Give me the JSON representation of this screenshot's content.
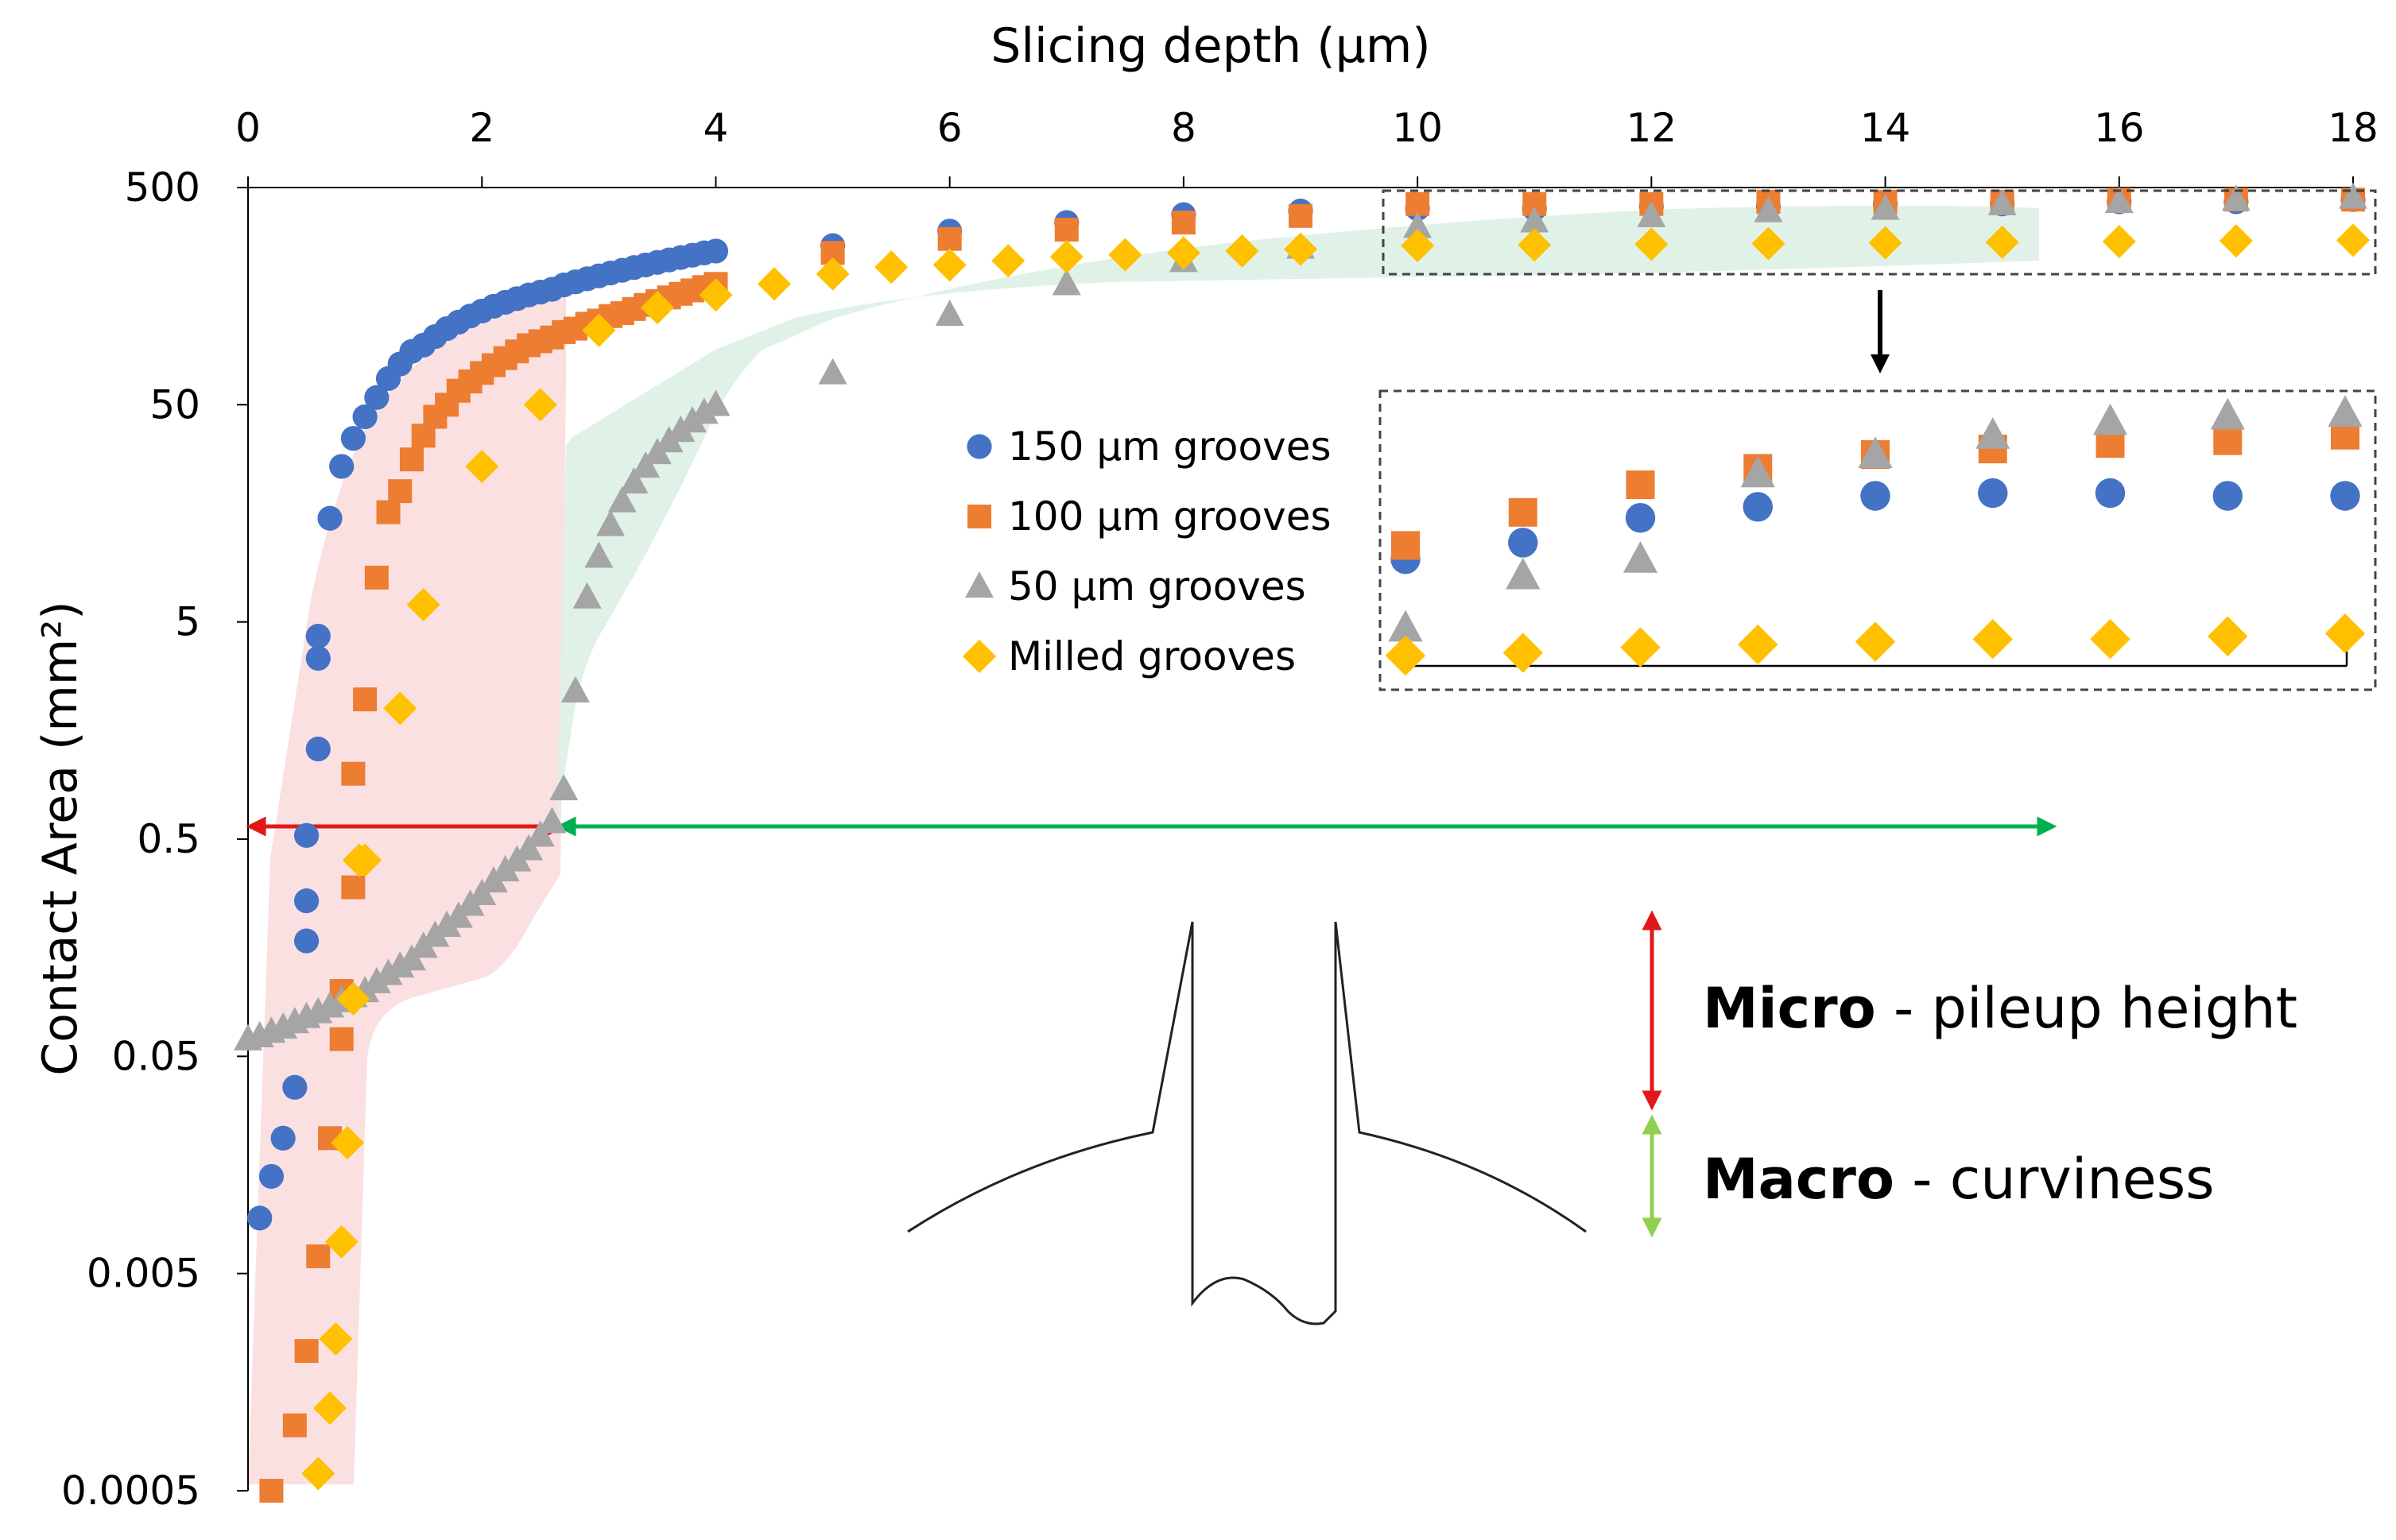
{
  "chart_data": {
    "type": "scatter",
    "title": "",
    "xlabel": "Slicing depth (µm)",
    "ylabel": "Contact Area (mm²)",
    "xlim": [
      0,
      18
    ],
    "ylim": [
      0.0005,
      500
    ],
    "yscale": "log",
    "xaxis_position": "top",
    "x_ticks": [
      0,
      2,
      4,
      6,
      8,
      10,
      12,
      14,
      16,
      18
    ],
    "y_ticks": [
      0.0005,
      0.005,
      0.05,
      0.5,
      5,
      50,
      500
    ],
    "x_tick_labels": [
      "0",
      "2",
      "4",
      "6",
      "8",
      "10",
      "12",
      "14",
      "16",
      "18"
    ],
    "y_tick_labels": [
      "0.0005",
      "0.005",
      "0.05",
      "0.5",
      "5",
      "50",
      "500"
    ],
    "grid": false,
    "legend_position": "center",
    "series": [
      {
        "name": "150 µm grooves",
        "color": "#4472C4",
        "marker": "circle",
        "x": [
          0.1,
          0.2,
          0.3,
          0.4,
          0.5,
          0.5,
          0.5,
          0.6,
          0.6,
          0.6,
          0.7,
          0.8,
          0.9,
          1.0,
          1.1,
          1.2,
          1.3,
          1.4,
          1.5,
          1.6,
          1.7,
          1.8,
          1.9,
          2.0,
          2.1,
          2.2,
          2.3,
          2.4,
          2.5,
          2.6,
          2.7,
          2.8,
          2.9,
          3.0,
          3.1,
          3.2,
          3.3,
          3.4,
          3.5,
          3.6,
          3.7,
          3.8,
          3.9,
          4.0,
          5,
          6,
          7,
          8,
          9,
          10,
          11,
          12,
          13,
          14,
          15,
          16,
          17,
          18
        ],
        "y": [
          0.009,
          0.014,
          0.021,
          0.036,
          0.17,
          0.26,
          0.52,
          1.3,
          3.4,
          4.3,
          15,
          26,
          35,
          44,
          54,
          66,
          77,
          88,
          94,
          103,
          112,
          120,
          128,
          135,
          142,
          148,
          154,
          160,
          165,
          170,
          178,
          184,
          190,
          196,
          202,
          208,
          214,
          220,
          226,
          232,
          238,
          244,
          250,
          255,
          270,
          315,
          345,
          375,
          390,
          400,
          400,
          410,
          410,
          420,
          420,
          430,
          430,
          440
        ]
      },
      {
        "name": "100 µm grooves",
        "color": "#ED7D31",
        "marker": "square",
        "x": [
          0.2,
          0.4,
          0.5,
          0.6,
          0.7,
          0.8,
          0.8,
          0.9,
          0.9,
          1.0,
          1.1,
          1.2,
          1.3,
          1.4,
          1.5,
          1.6,
          1.7,
          1.8,
          1.9,
          2.0,
          2.1,
          2.2,
          2.3,
          2.4,
          2.5,
          2.6,
          2.7,
          2.8,
          2.9,
          3.0,
          3.1,
          3.2,
          3.3,
          3.4,
          3.5,
          3.6,
          3.7,
          3.8,
          3.9,
          4.0,
          5,
          6,
          7,
          8,
          9,
          10,
          11,
          12,
          13,
          14,
          15,
          16,
          17,
          18
        ],
        "y": [
          0.0005,
          0.001,
          0.0022,
          0.006,
          0.021,
          0.06,
          0.1,
          0.3,
          1.0,
          2.2,
          8,
          16,
          20,
          28,
          36,
          44,
          50,
          58,
          64,
          70,
          76,
          82,
          88,
          94,
          98,
          102,
          108,
          112,
          118,
          122,
          128,
          132,
          138,
          144,
          150,
          156,
          162,
          168,
          174,
          180,
          250,
          290,
          320,
          345,
          370,
          420,
          420,
          420,
          430,
          430,
          430,
          440,
          440,
          440
        ]
      },
      {
        "name": "50 µm grooves",
        "color": "#A5A5A5",
        "marker": "triangle",
        "x": [
          0.0,
          0.1,
          0.2,
          0.3,
          0.4,
          0.5,
          0.6,
          0.7,
          0.8,
          0.9,
          1.0,
          1.1,
          1.2,
          1.3,
          1.4,
          1.5,
          1.6,
          1.7,
          1.8,
          1.9,
          2.0,
          2.1,
          2.2,
          2.3,
          2.4,
          2.5,
          2.6,
          2.7,
          2.8,
          2.9,
          3.0,
          3.1,
          3.2,
          3.3,
          3.4,
          3.5,
          3.6,
          3.7,
          3.8,
          3.9,
          4.0,
          5,
          6,
          7,
          8,
          9,
          10,
          11,
          12,
          13,
          14,
          15,
          16,
          17,
          18
        ],
        "y": [
          0.06,
          0.062,
          0.065,
          0.068,
          0.072,
          0.076,
          0.08,
          0.085,
          0.09,
          0.095,
          0.1,
          0.11,
          0.12,
          0.13,
          0.14,
          0.16,
          0.18,
          0.2,
          0.22,
          0.25,
          0.28,
          0.32,
          0.36,
          0.4,
          0.45,
          0.52,
          0.6,
          0.85,
          2.4,
          6.5,
          10,
          14,
          18,
          22,
          26,
          30,
          34,
          38,
          42,
          46,
          50,
          70,
          130,
          180,
          230,
          265,
          330,
          350,
          370,
          390,
          400,
          420,
          430,
          440,
          450
        ]
      },
      {
        "name": "Milled grooves",
        "color": "#FFC000",
        "marker": "diamond",
        "x": [
          0.6,
          0.7,
          0.75,
          0.8,
          0.85,
          0.9,
          0.95,
          1.0,
          1.3,
          1.5,
          2.0,
          2.5,
          3.0,
          3.5,
          4.0,
          4.5,
          5,
          5.5,
          6,
          6.5,
          7,
          7.5,
          8,
          8.5,
          9,
          10,
          11,
          12,
          13,
          14,
          15,
          16,
          17,
          18
        ],
        "y": [
          0.0006,
          0.0012,
          0.0025,
          0.007,
          0.02,
          0.092,
          0.4,
          0.4,
          2.0,
          6.0,
          26,
          50,
          110,
          140,
          160,
          180,
          200,
          215,
          220,
          230,
          240,
          245,
          250,
          255,
          260,
          270,
          272,
          274,
          276,
          278,
          280,
          282,
          284,
          286
        ]
      }
    ],
    "annotations": {
      "micro_label_bold": "Micro",
      "micro_label_rest": " - pileup height",
      "macro_label_bold": "Macro",
      "macro_label_rest": " - curviness"
    },
    "inset": {
      "x_range": [
        10,
        18
      ],
      "series_points": {
        "150 µm grooves": [
          26.5,
          23.5,
          19.0,
          17.0,
          15.0,
          14.5,
          14.5,
          15.0,
          15.0
        ],
        "100 µm grooves": [
          24.0,
          18.0,
          13.0,
          10.0,
          7.5,
          6.5,
          5.5,
          5.0,
          4.0
        ],
        "50 µm grooves": [
          39.0,
          29.5,
          26.5,
          11.0,
          7.5,
          4.0,
          1.5,
          0.5,
          0.0
        ],
        "Milled grooves": [
          44.0,
          43.5,
          42.5,
          42.0,
          41.5,
          41.0,
          41.0,
          40.5,
          40.0
        ]
      }
    }
  }
}
